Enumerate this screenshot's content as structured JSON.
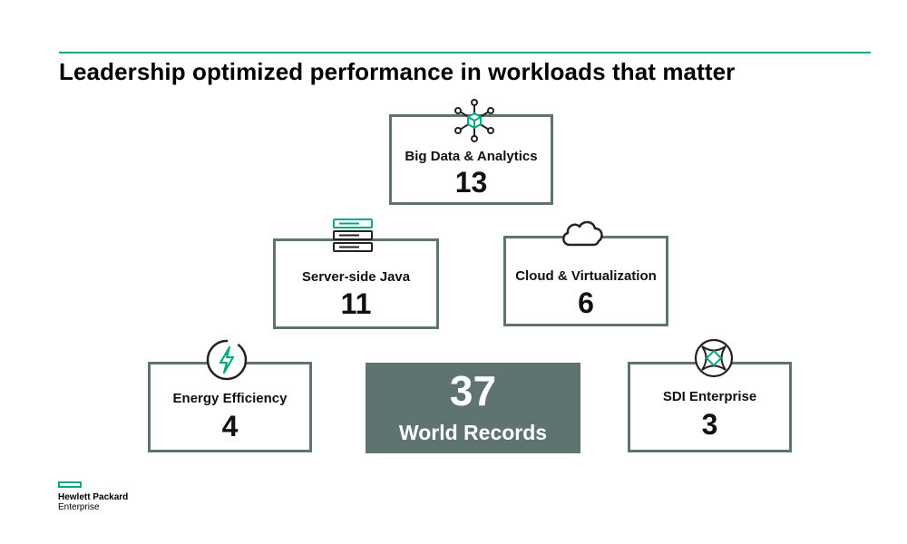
{
  "slide": {
    "title": "Leadership optimized performance in workloads that matter",
    "accent_color": "#01a982",
    "box_color": "#5f7470"
  },
  "categories": [
    {
      "label": "Big Data & Analytics",
      "value": "13",
      "icon": "network-cube-icon"
    },
    {
      "label": "Server-side Java",
      "value": "11",
      "icon": "server-stack-icon"
    },
    {
      "label": "Cloud & Virtualization",
      "value": "6",
      "icon": "cloud-icon"
    },
    {
      "label": "Energy Efficiency",
      "value": "4",
      "icon": "lightning-bolt-icon"
    },
    {
      "label": "SDI Enterprise",
      "value": "3",
      "icon": "software-defined-icon"
    }
  ],
  "total": {
    "value": "37",
    "label": "World Records"
  },
  "logo": {
    "line1": "Hewlett Packard",
    "line2": "Enterprise"
  }
}
